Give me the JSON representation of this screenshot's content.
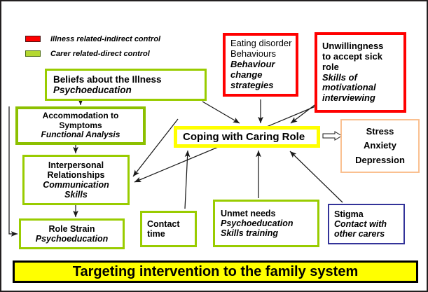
{
  "slide": {
    "title_banner": "Targeting intervention to the family system"
  },
  "legend": {
    "items": [
      {
        "label": "Illness related-indirect control",
        "color": "#ff0000",
        "icon": "red-swatch"
      },
      {
        "label": "Carer related-direct control",
        "color": "#b4d830",
        "icon": "green-swatch"
      }
    ]
  },
  "nodes": {
    "beliefs": {
      "line1": "Beliefs about the Illness",
      "line2": "Psychoeducation",
      "border_color": "#99cc00"
    },
    "accommodation": {
      "line1": "Accommodation to",
      "line2": "Symptoms",
      "line3": "Functional Analysis",
      "border_color": "#8cc000"
    },
    "interpersonal": {
      "line1": "Interpersonal",
      "line2": "Relationships",
      "line3": "Communication",
      "line4": "Skills",
      "border_color": "#99cc00"
    },
    "role_strain": {
      "line1": "Role Strain",
      "line2": "Psychoeducation",
      "border_color": "#99cc00"
    },
    "contact_time": {
      "line1": "Contact",
      "line2": "time",
      "border_color": "#99cc00"
    },
    "unmet_needs": {
      "line1": "Unmet needs",
      "line2": "Psychoeducation",
      "line3": "Skills training",
      "border_color": "#99cc00"
    },
    "stigma": {
      "line1": "Stigma",
      "line2": "Contact with",
      "line3": "other carers",
      "border_color": "#333399"
    },
    "eating_disorder": {
      "line1": "Eating disorder",
      "line2": "Behaviours",
      "line3": "Behaviour",
      "line4": "change",
      "line5": "strategies",
      "border_color": "#ff0000"
    },
    "unwillingness": {
      "line1": "Unwillingness",
      "line2": "to accept sick",
      "line3": "role",
      "line4": "Skills of",
      "line5": "motivational",
      "line6": "interviewing",
      "border_color": "#ff0000"
    },
    "coping": {
      "line1": "Coping with Caring Role",
      "border_color": "#ffff00"
    },
    "outcome": {
      "line1": "Stress",
      "line2": "Anxiety",
      "line3": "Depression",
      "border_color": "#fac090"
    }
  }
}
